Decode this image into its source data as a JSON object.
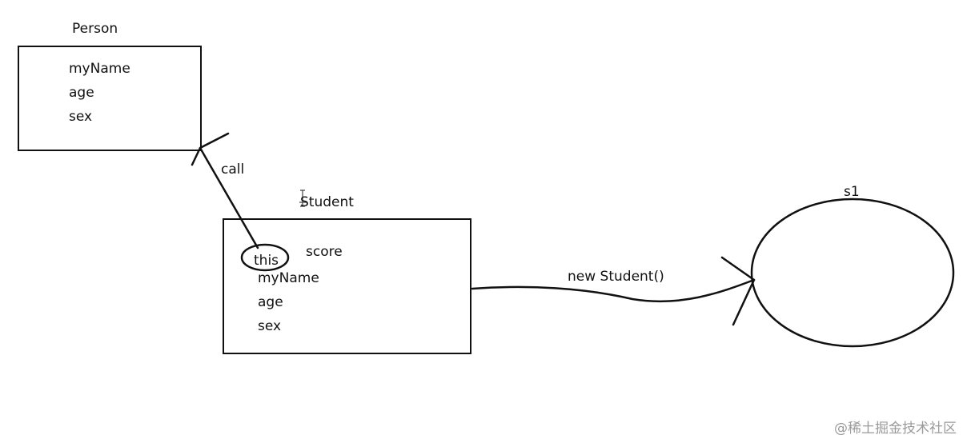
{
  "person": {
    "title": "Person",
    "fields": [
      "myName",
      "age",
      "sex"
    ]
  },
  "student": {
    "title": "Student",
    "this_label": "this",
    "score_label": "score",
    "fields": [
      "myName",
      "age",
      "sex"
    ]
  },
  "instance": {
    "title": "s1"
  },
  "arrows": {
    "call_label": "call",
    "new_label": "new Student()"
  },
  "watermark": "@稀土掘金技术社区",
  "colors": {
    "ink": "#111111",
    "watermark": "#9a9a9a"
  }
}
